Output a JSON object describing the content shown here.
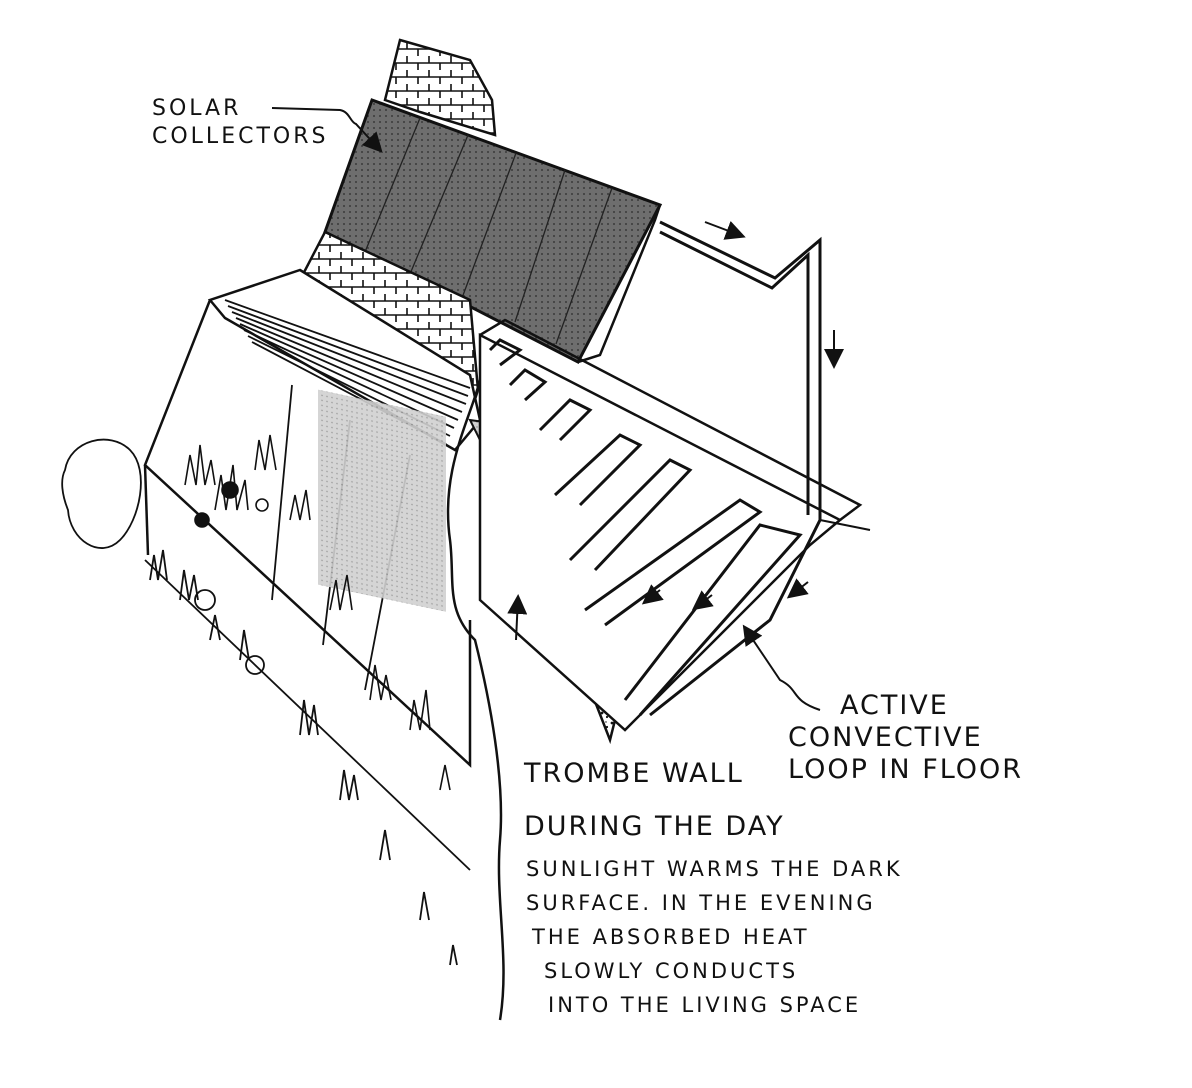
{
  "labels": {
    "solar_collectors": [
      "SOLAR",
      "COLLECTORS"
    ],
    "active_loop": [
      "ACTIVE",
      "CONVECTIVE",
      "LOOP IN FLOOR"
    ],
    "trombe_wall": "TROMBE WALL",
    "during_day": "DURING THE DAY",
    "description": [
      "SUNLIGHT WARMS THE DARK",
      "SURFACE. IN THE EVENING",
      "THE ABSORBED HEAT",
      "SLOWLY CONDUCTS",
      "INTO THE LIVING SPACE"
    ]
  },
  "colors": {
    "ink": "#111111",
    "collector_fill": "#6e6e6e",
    "wall_fill": "#c9c9c9",
    "paper": "#ffffff"
  }
}
